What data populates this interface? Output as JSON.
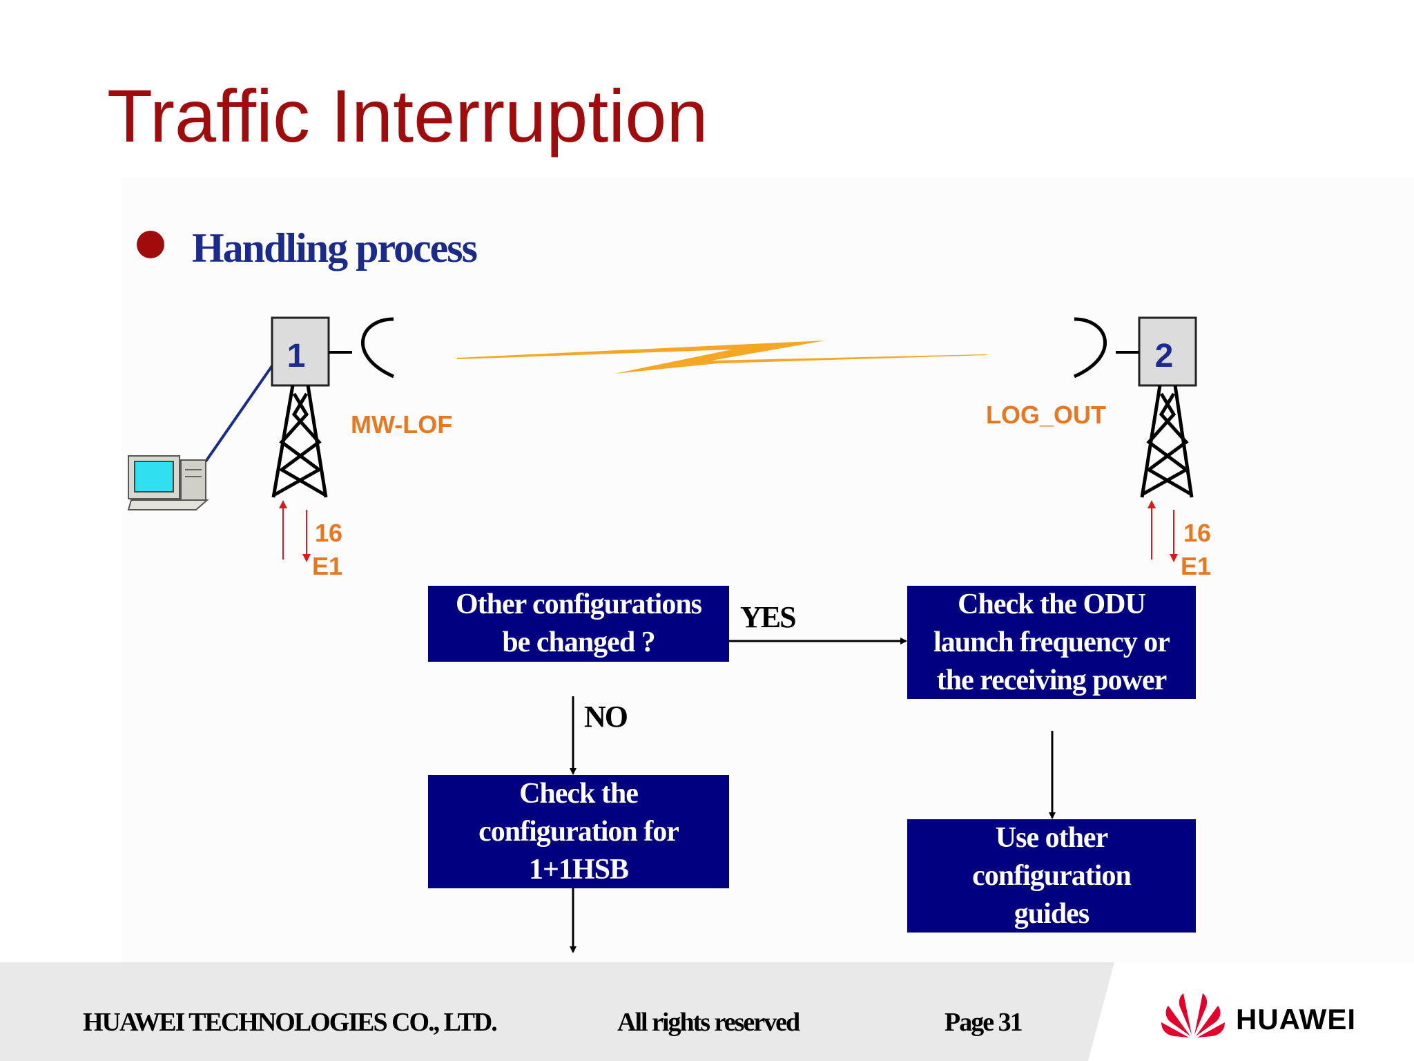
{
  "slide": {
    "title": "Traffic Interruption",
    "bullet": "Handling process"
  },
  "network": {
    "site1_number": "1",
    "site2_number": "2",
    "site1_alarm": "MW-LOF",
    "site2_alarm": "LOG_OUT",
    "site1_e1_count": "16",
    "site1_e1_unit": "E1",
    "site2_e1_count": "16",
    "site2_e1_unit": "E1"
  },
  "flowchart": {
    "decision_box": [
      "Other configurations",
      "be changed ?"
    ],
    "yes_label": "YES",
    "no_label": "NO",
    "check_odu_box": [
      "Check the ODU",
      "launch frequency or",
      "the receiving power"
    ],
    "check_config_box": [
      "Check the",
      "configuration for",
      "1+1HSB"
    ],
    "use_guides_box": [
      "Use other",
      "configuration",
      "guides"
    ]
  },
  "footer": {
    "company": "HUAWEI TECHNOLOGIES CO., LTD.",
    "rights": "All rights reserved",
    "page": "Page 31",
    "logo_text": "HUAWEI"
  },
  "colors": {
    "title": "#a00c0c",
    "bullet_text": "#1a2b8c",
    "box_fill": "#010080",
    "alarm_text": "#e87722",
    "link": "#f5a623",
    "footer_bg": "#e9e9e9"
  },
  "icons": {
    "computer": "computer-icon",
    "tower": "tower-icon",
    "antenna": "antenna-icon",
    "link": "lightning-link-icon",
    "logo": "huawei-logo-icon"
  }
}
